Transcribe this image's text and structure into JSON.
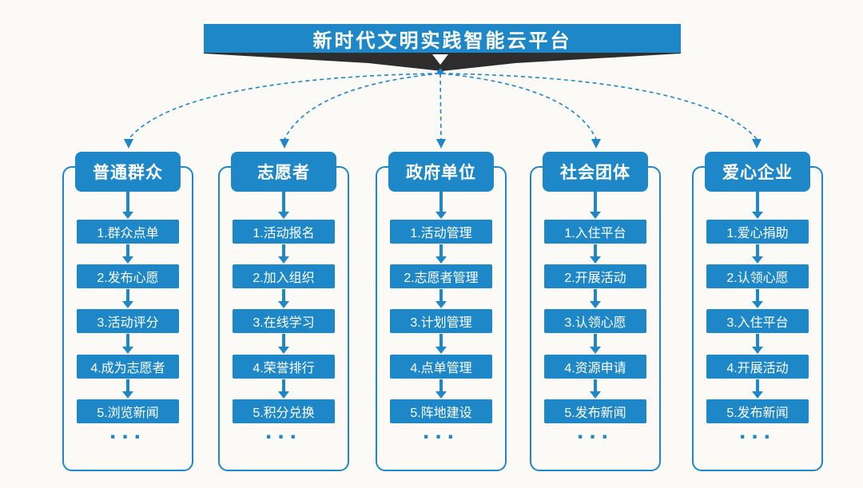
{
  "title": "新时代文明实践智能云平台",
  "ellipsis": "...",
  "colors": {
    "primary": "#1e87c7",
    "ribbon": "#2d2d2d",
    "background": "#fbfaf7",
    "text_on_primary": "#ffffff"
  },
  "columns": [
    {
      "title": "普通群众",
      "items": [
        "1.群众点单",
        "2.发布心愿",
        "3.活动评分",
        "4.成为志愿者",
        "5.浏览新闻"
      ]
    },
    {
      "title": "志愿者",
      "items": [
        "1.活动报名",
        "2.加入组织",
        "3.在线学习",
        "4.荣誉排行",
        "5.积分兑换"
      ]
    },
    {
      "title": "政府单位",
      "items": [
        "1.活动管理",
        "2.志愿者管理",
        "3.计划管理",
        "4.点单管理",
        "5.阵地建设"
      ]
    },
    {
      "title": "社会团体",
      "items": [
        "1.入住平台",
        "2.开展活动",
        "3.认领心愿",
        "4.资源申请",
        "5.发布新闻"
      ]
    },
    {
      "title": "爱心企业",
      "items": [
        "1.爱心捐助",
        "2.认领心愿",
        "3.入住平台",
        "4.开展活动",
        "5.发布新闻"
      ]
    }
  ]
}
